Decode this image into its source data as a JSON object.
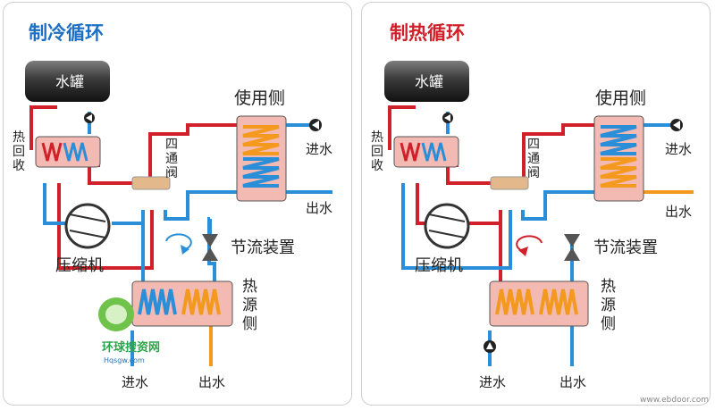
{
  "cooling": {
    "title": "制冷循环",
    "tank": "水罐",
    "heat_recovery": [
      "热",
      "回",
      "收"
    ],
    "four_way_valve": [
      "四",
      "通",
      "阀"
    ],
    "use_side": "使用侧",
    "water_in": "进水",
    "water_out": "出水",
    "throttle": "节流装置",
    "compressor": "压缩机",
    "heat_source": [
      "热",
      "源",
      "侧"
    ],
    "bottom_in": "进水",
    "bottom_out": "出水"
  },
  "heating": {
    "title": "制热循环",
    "tank": "水罐",
    "heat_recovery": [
      "热",
      "回",
      "收"
    ],
    "four_way_valve": [
      "四",
      "通",
      "阀"
    ],
    "use_side": "使用侧",
    "water_in": "进水",
    "water_out": "出水",
    "throttle": "节流装置",
    "compressor": "压缩机",
    "heat_source": [
      "热",
      "源",
      "侧"
    ],
    "bottom_in": "进水",
    "bottom_out": "出水"
  },
  "watermark": {
    "brand": "环球搜资网",
    "domain": "Hqsgw.com"
  },
  "footer": "www.ebdoor.com",
  "colors": {
    "red": "#d0202a",
    "blue": "#2a8fd8",
    "orange": "#f39a1e",
    "title_blue": "#1d6fc4",
    "title_red": "#d0202a"
  }
}
